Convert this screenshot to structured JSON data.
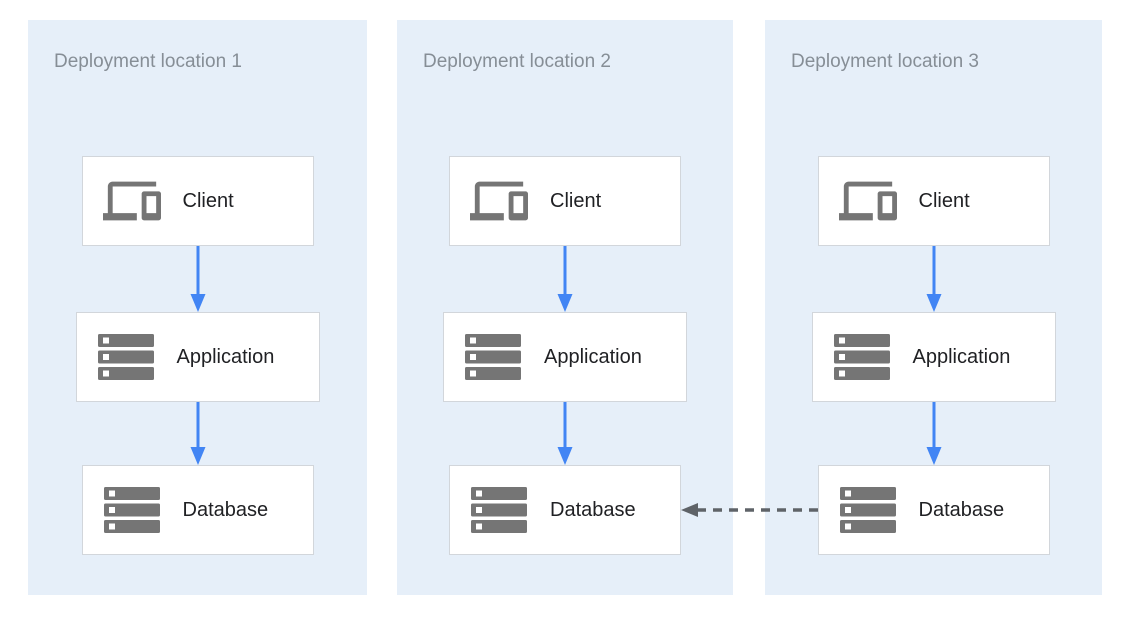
{
  "diagram": {
    "type": "architecture-diagram",
    "title": ""
  },
  "panels": [
    {
      "id": "deployment-location-1",
      "title": "Deployment location 1",
      "nodes": [
        {
          "id": "client-1",
          "label": "Client",
          "icon": "devices-icon"
        },
        {
          "id": "application-1",
          "label": "Application",
          "icon": "server-stack-icon"
        },
        {
          "id": "database-1",
          "label": "Database",
          "icon": "server-stack-icon"
        }
      ]
    },
    {
      "id": "deployment-location-2",
      "title": "Deployment location 2",
      "nodes": [
        {
          "id": "client-2",
          "label": "Client",
          "icon": "devices-icon"
        },
        {
          "id": "application-2",
          "label": "Application",
          "icon": "server-stack-icon"
        },
        {
          "id": "database-2",
          "label": "Database",
          "icon": "server-stack-icon"
        }
      ]
    },
    {
      "id": "deployment-location-3",
      "title": "Deployment location 3",
      "nodes": [
        {
          "id": "client-3",
          "label": "Client",
          "icon": "devices-icon"
        },
        {
          "id": "application-3",
          "label": "Application",
          "icon": "server-stack-icon"
        },
        {
          "id": "database-3",
          "label": "Database",
          "icon": "server-stack-icon"
        }
      ]
    }
  ],
  "edges": [
    {
      "from": "client-1",
      "to": "application-1",
      "style": "solid",
      "color": "#4285f4",
      "direction": "down"
    },
    {
      "from": "application-1",
      "to": "database-1",
      "style": "solid",
      "color": "#4285f4",
      "direction": "down"
    },
    {
      "from": "client-2",
      "to": "application-2",
      "style": "solid",
      "color": "#4285f4",
      "direction": "down"
    },
    {
      "from": "application-2",
      "to": "database-2",
      "style": "solid",
      "color": "#4285f4",
      "direction": "down"
    },
    {
      "from": "client-3",
      "to": "application-3",
      "style": "solid",
      "color": "#4285f4",
      "direction": "down"
    },
    {
      "from": "application-3",
      "to": "database-3",
      "style": "solid",
      "color": "#4285f4",
      "direction": "down"
    },
    {
      "from": "database-3",
      "to": "database-2",
      "style": "dashed",
      "color": "#5f6368",
      "direction": "left"
    }
  ],
  "colors": {
    "canvas_background": "#ffffff",
    "panel_background": "#e6eff9",
    "node_background": "#ffffff",
    "node_border": "#d2d6db",
    "panel_title_text": "#868e96",
    "node_label_text": "#202124",
    "icon_gray": "#757575",
    "arrow_blue": "#4285f4",
    "arrow_dashed_gray": "#5f6368"
  }
}
